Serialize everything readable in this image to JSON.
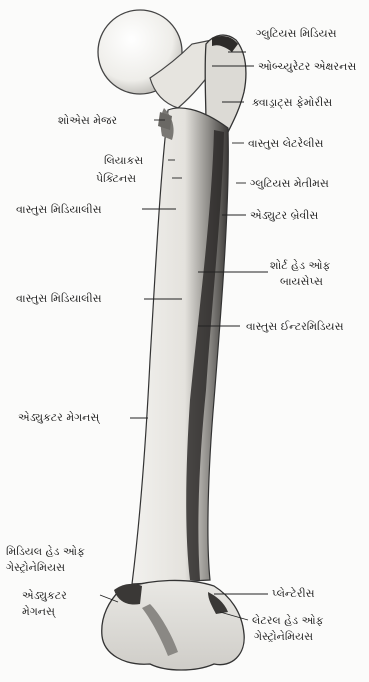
{
  "figure": {
    "labels": {
      "gluteus_medius": "ગ્લુટિયસ મિડિયસ",
      "obturator_externus": "ઓબ્ચ્યુરેટર એક્ષરનસ",
      "quadratus_femoris": "ક્વાડ્રાટ્સ ફેમોરીસ",
      "psoas_major": "શોએસ મેજર",
      "vastus_lateralis": "વાસ્તુસ લેટરેલીસ",
      "iliacus": "લિયાકસ",
      "pectineus": "પેક્ટિનસ",
      "gluteus_maximus": "ગ્લુટિયસ મેતીમસ",
      "vastus_medialis_upper": "વાસ્તુસ મિડિયાલીસ",
      "adductor_brevis": "એડ્યુટર બ્રેવીસ",
      "short_head_biceps_1": "શોર્ટ હેડ ઓફ",
      "short_head_biceps_2": "બાયસેપ્સ",
      "vastus_medialis_lower": "વાસ્તુસ મિડિયાલીસ",
      "vastus_intermedius": "વાસ્તુસ ઈન્ટરમિડિયસ",
      "adductor_magnus_shaft": "એડ્યુકટર મેગનસ્",
      "medial_gastro_1": "મિડિયલ હેડ ઓફ",
      "medial_gastro_2": "ગેસ્ટ્રોનેમિયસ",
      "adductor_magnus_bottom_1": "એડ્યુકટર",
      "adductor_magnus_bottom_2": "મેગનસ્",
      "plantaris": "પ્લેન્ટેરીસ",
      "lateral_gastro_1": "લેટરલ હેડ ઓફ",
      "lateral_gastro_2": "ગેસ્ટ્રોનેમિયસ"
    }
  }
}
